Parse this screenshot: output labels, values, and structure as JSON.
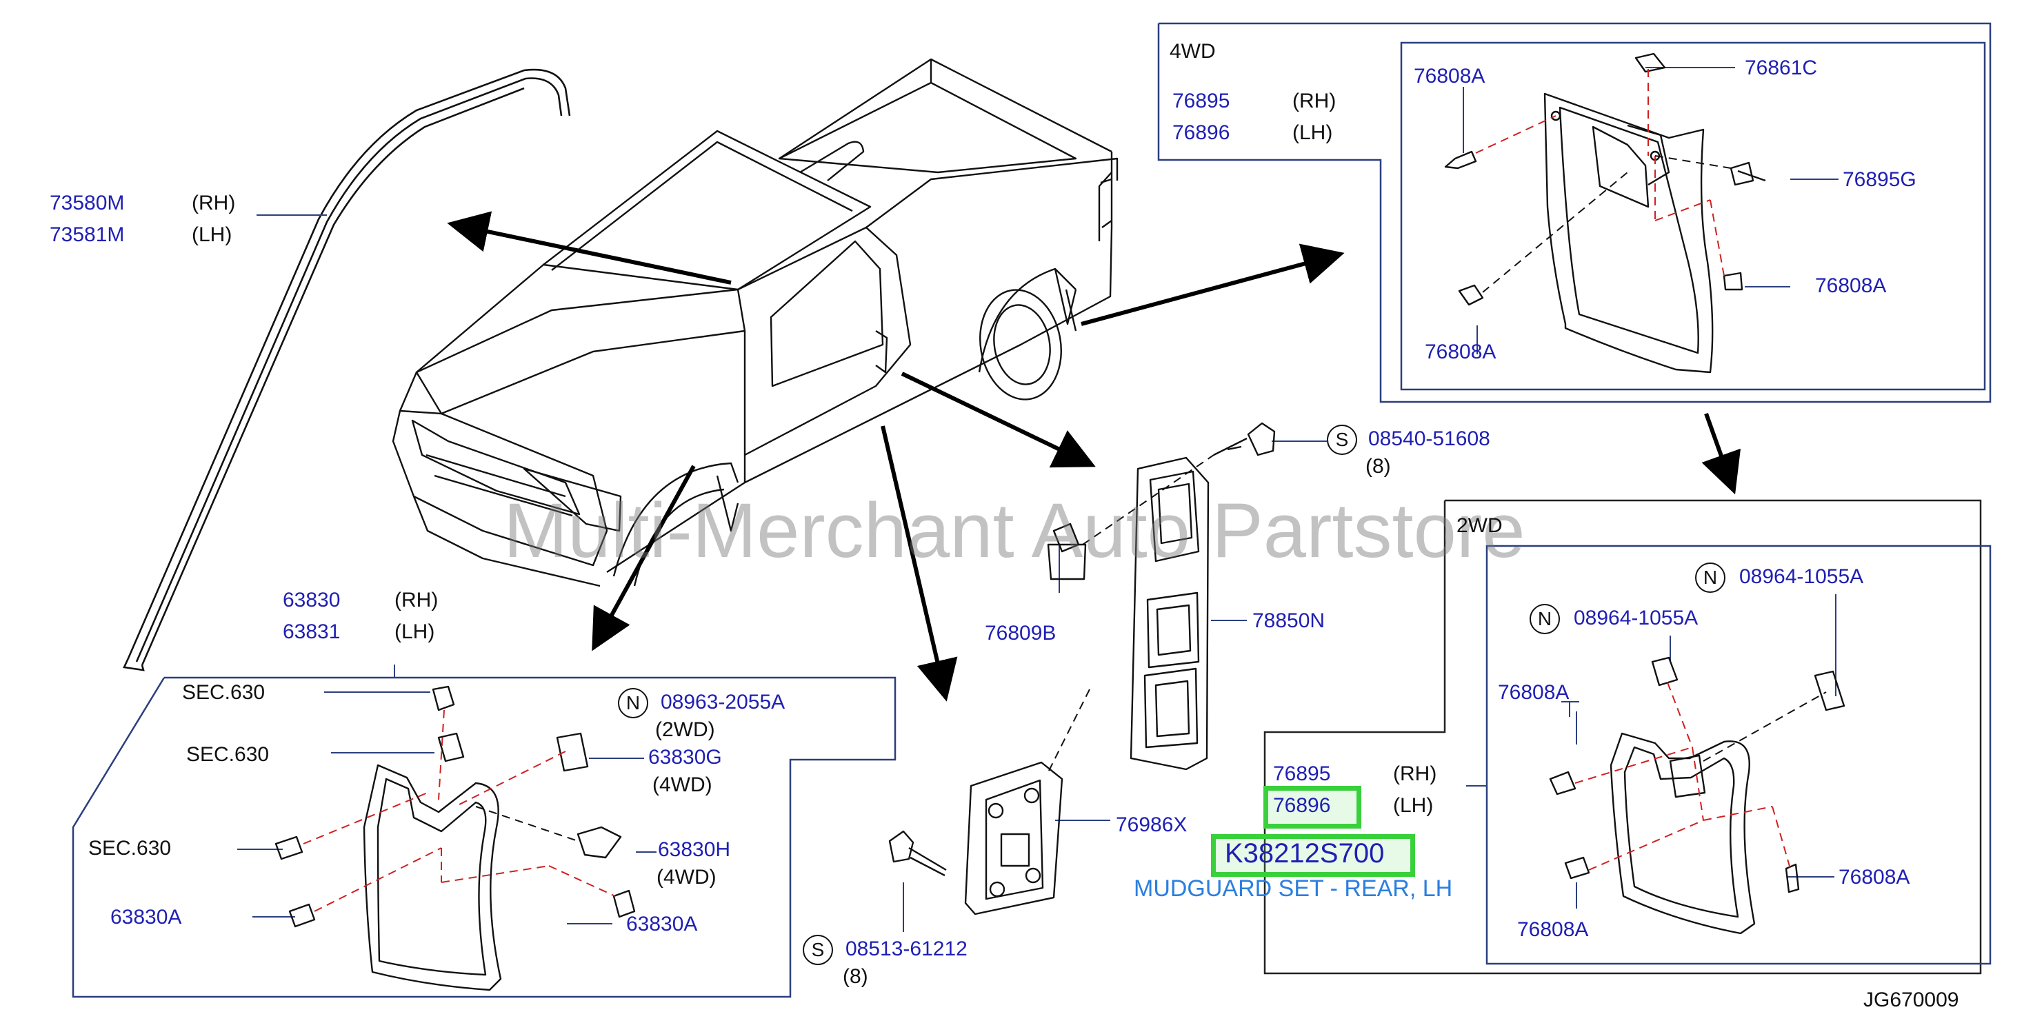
{
  "watermark": "Multi-Merchant Auto Partstore",
  "diagram_code": "JG670009",
  "highlight": {
    "part_number": "K38212S700",
    "description": "MUDGUARD SET - REAR, LH"
  },
  "boxes": {
    "four_wd": {
      "title": "4WD"
    },
    "two_wd": {
      "title": "2WD"
    }
  },
  "labels": {
    "p73580M": "73580M",
    "p73580M_side": "(RH)",
    "p73581M": "73581M",
    "p73581M_side": "(LH)",
    "p76895_top": "76895",
    "p76895_top_side": "(RH)",
    "p76896_top": "76896",
    "p76896_top_side": "(LH)",
    "p76808A_1": "76808A",
    "p76861C": "76861C",
    "p76895G": "76895G",
    "p76808A_2": "76808A",
    "p76808A_3": "76808A",
    "s_08540": "08540-51608",
    "s_08540_qty": "(8)",
    "p76809B": "76809B",
    "p78850N": "78850N",
    "p63830": "63830",
    "p63830_side": "(RH)",
    "p63831": "63831",
    "p63831_side": "(LH)",
    "sec630_1": "SEC.630",
    "sec630_2": "SEC.630",
    "sec630_3": "SEC.630",
    "n_08963": "08963-2055A",
    "n_08963_note": "(2WD)",
    "p63830G": "63830G",
    "p63830G_note": "(4WD)",
    "p63830H": "63830H",
    "p63830H_note": "(4WD)",
    "p63830A_left": "63830A",
    "p63830A_right": "63830A",
    "p76986X": "76986X",
    "s_08513": "08513-61212",
    "s_08513_qty": "(8)",
    "p76895_mid": "76895",
    "p76895_mid_side": "(RH)",
    "p76896_mid": "76896",
    "p76896_mid_side": "(LH)",
    "n_08964_1": "08964-1055A",
    "n_08964_2": "08964-1055A",
    "p76808A_4": "76808A",
    "p76808A_5": "76808A",
    "p76808A_6": "76808A",
    "circle_s": "S",
    "circle_n": "N"
  }
}
